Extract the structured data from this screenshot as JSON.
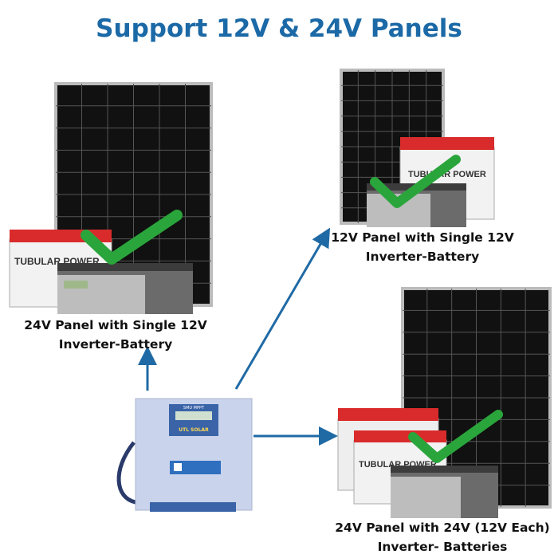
{
  "title": "Support 12V & 24V Panels",
  "configs": [
    {
      "line1": "24V Panel with Single 12V",
      "line2": "Inverter-Battery"
    },
    {
      "line1": "12V Panel with Single 12V",
      "line2": "Inverter-Battery"
    },
    {
      "line1": "24V Panel with 24V (12V Each)",
      "line2": "Inverter- Batteries"
    }
  ],
  "battery_brand": "TUBULAR POWER",
  "controller_brand": "UTL SOLAR",
  "controller_model": "SMU MPPT",
  "colors": {
    "title": "#1b69a6",
    "arrow": "#1f6aa5",
    "check": "#2aa53b",
    "battery_lid": "#d92b2b",
    "controller": "#c9d3ec"
  }
}
